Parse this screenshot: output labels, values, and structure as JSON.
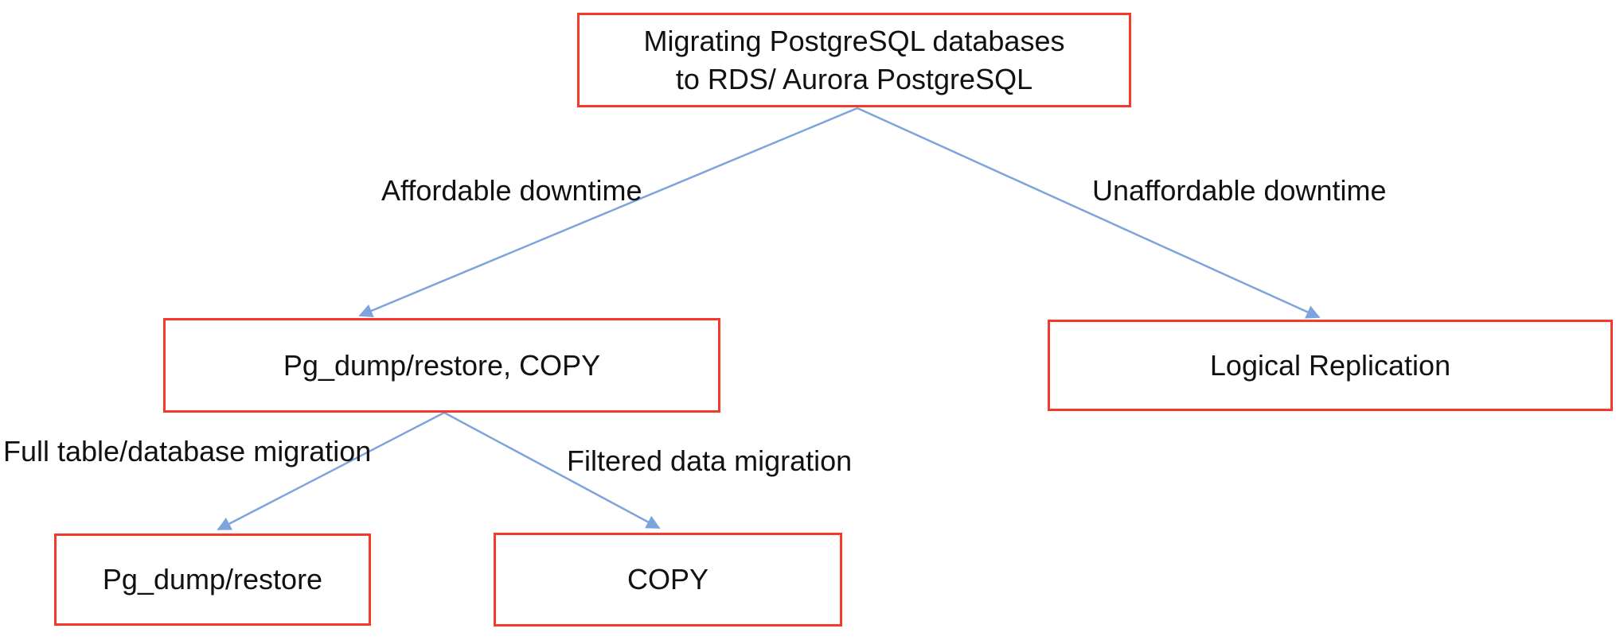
{
  "diagram": {
    "title": "PostgreSQL migration decision tree",
    "nodes": [
      {
        "id": "root",
        "label": "Migrating PostgreSQL databases\nto RDS/ Aurora PostgreSQL"
      },
      {
        "id": "pg_dump_copy",
        "label": "Pg_dump/restore, COPY"
      },
      {
        "id": "logical_replication",
        "label": "Logical Replication"
      },
      {
        "id": "pg_dump",
        "label": "Pg_dump/restore"
      },
      {
        "id": "copy",
        "label": "COPY"
      }
    ],
    "edges": [
      {
        "id": "affordable",
        "from": "root",
        "to": "pg_dump_copy",
        "label": "Affordable downtime"
      },
      {
        "id": "unaffordable",
        "from": "root",
        "to": "logical_replication",
        "label": "Unaffordable downtime"
      },
      {
        "id": "full_table",
        "from": "pg_dump_copy",
        "to": "pg_dump",
        "label": "Full table/database migration"
      },
      {
        "id": "filtered",
        "from": "pg_dump_copy",
        "to": "copy",
        "label": "Filtered data migration"
      }
    ],
    "colors": {
      "node_border": "#f5392b",
      "arrow": "#7da4dc",
      "text": "#111111",
      "background": "#ffffff"
    }
  }
}
